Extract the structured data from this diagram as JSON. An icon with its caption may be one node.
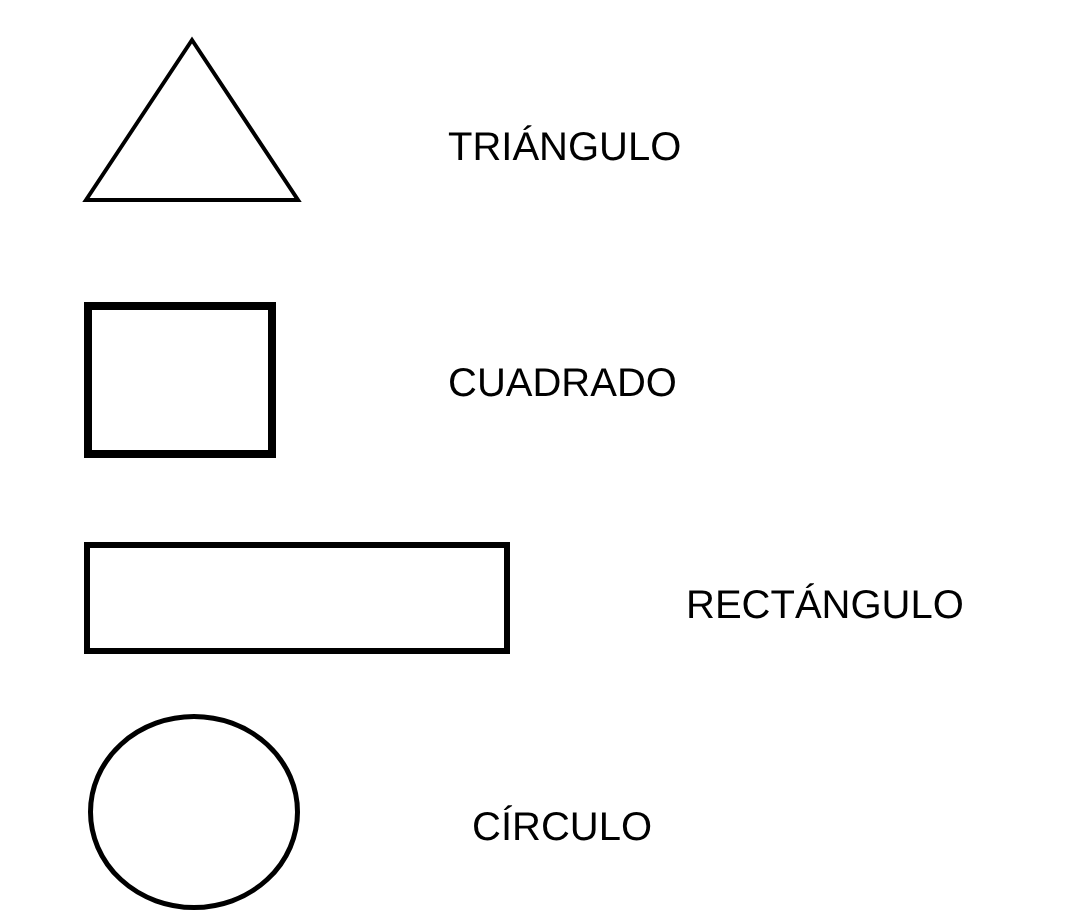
{
  "diagram": {
    "nodes": [
      {
        "text": [],
        "shape": "triangle"
      },
      {
        "text": [],
        "shape": "square"
      },
      {
        "text": [],
        "shape": "rectangle"
      },
      {
        "text": [],
        "shape": "circle"
      }
    ],
    "labels": [
      "TRIÁNGULO",
      "CUADRADO",
      "RECTÁNGULO",
      "CÍRCULO"
    ]
  }
}
